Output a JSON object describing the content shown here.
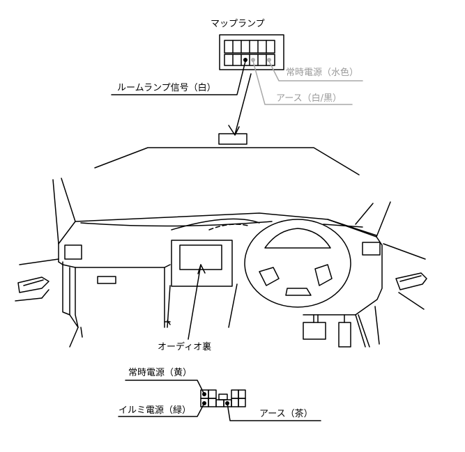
{
  "labels": {
    "map_lamp": "マップランプ",
    "constant_power_light_blue": "常時電源（水色）",
    "room_lamp_signal_white": "ルームランプ信号（白）",
    "ground_white_black": "アース（白/黒）",
    "audio_back": "オーディオ裏",
    "constant_power_yellow": "常時電源（黄）",
    "illumination_power_green": "イルミ電源（緑）",
    "ground_brown": "アース（茶）"
  },
  "colors": {
    "line": "#000000",
    "gray_label": "#9a9a9a",
    "gray_pin": "#a8a8a8"
  }
}
